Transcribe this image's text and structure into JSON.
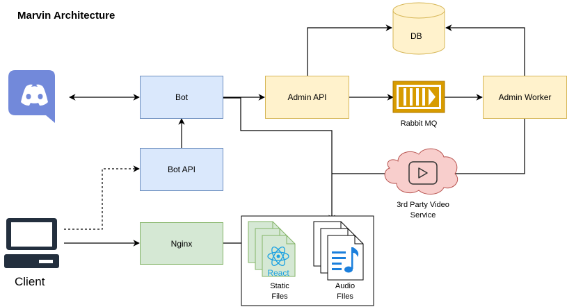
{
  "title": "Marvin Architecture",
  "nodes": {
    "bot": "Bot",
    "bot_api": "Bot API",
    "nginx": "Nginx",
    "admin_api": "Admin API",
    "admin_worker": "Admin Worker",
    "db": "DB",
    "rabbit_mq": "Rabbit MQ",
    "video_service_line1": "3rd Party Video",
    "video_service_line2": "Service",
    "client": "Client",
    "static_files_line1": "Static",
    "static_files_line2": "Files",
    "audio_files_line1": "Audio",
    "audio_files_line2": "FIles",
    "react_logo_text": "React"
  },
  "icons": [
    "discord-icon",
    "client-computer-icon",
    "rabbitmq-queue-icon",
    "video-play-icon",
    "react-logo-icon",
    "audio-file-icon"
  ],
  "colors": {
    "discord": "#7289da",
    "blue_fill": "#dae8fc",
    "blue_stroke": "#6c8ebf",
    "yellow_fill": "#fff2cc",
    "yellow_stroke": "#d6b656",
    "green_fill": "#d5e8d4",
    "green_stroke": "#82b366",
    "rabbit": "#d79b00",
    "cloud_fill": "#f8cecc",
    "cloud_stroke": "#b85450",
    "react": "#1ba1e2",
    "audio": "#1b7fdc"
  }
}
